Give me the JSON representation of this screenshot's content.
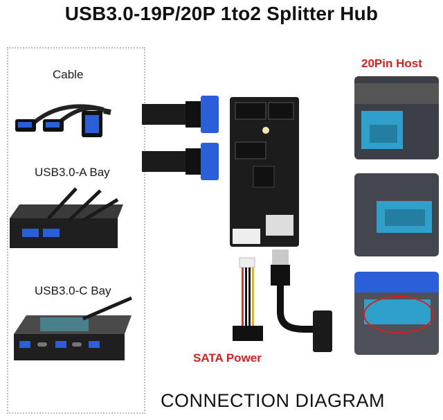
{
  "title": "USB3.0-19P/20P 1to2 Splitter Hub",
  "labels": {
    "cable": "Cable",
    "a_bay": "USB3.0-A Bay",
    "c_bay": "USB3.0-C Bay",
    "host": "20Pin Host",
    "sata": "SATA Power",
    "footer": "CONNECTION DIAGRAM"
  },
  "colors": {
    "accent_red": "#d71f1f",
    "usb_blue": "#2b5fd9",
    "pcb_black": "#1c1c1c",
    "board_teal": "#4a7f8c"
  },
  "icons": [
    "usb-cable-icon",
    "front-panel-a-icon",
    "front-panel-c-icon",
    "splitter-board-icon",
    "sata-cable-icon",
    "usb-adapter-icon"
  ]
}
